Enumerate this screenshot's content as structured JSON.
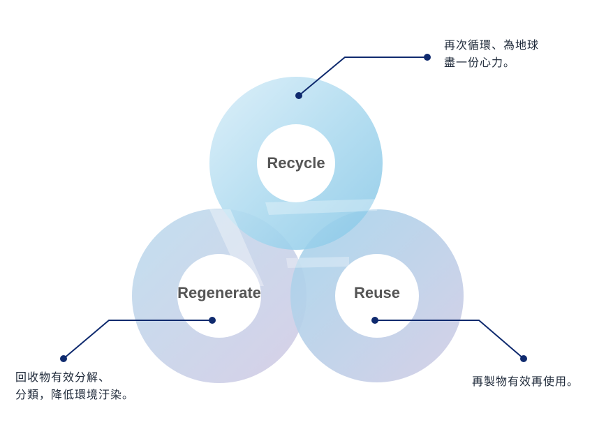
{
  "diagram": {
    "nodes": {
      "recycle": {
        "label": "Recycle"
      },
      "regenerate": {
        "label": "Regenerate"
      },
      "reuse": {
        "label": "Reuse"
      }
    },
    "notes": {
      "recycle": {
        "line1": "再次循環、為地球",
        "line2": "盡一份心力。"
      },
      "regenerate": {
        "line1": "回收物有效分解、",
        "line2": "分類，降低環境汙染。"
      },
      "reuse": {
        "line1": "再製物有效再使用。"
      }
    },
    "colors": {
      "loop_blue": "#8fcbe6",
      "loop_lavender": "#cdc8e4",
      "connector": "#0f2a6e",
      "label_text": "#555555"
    }
  }
}
